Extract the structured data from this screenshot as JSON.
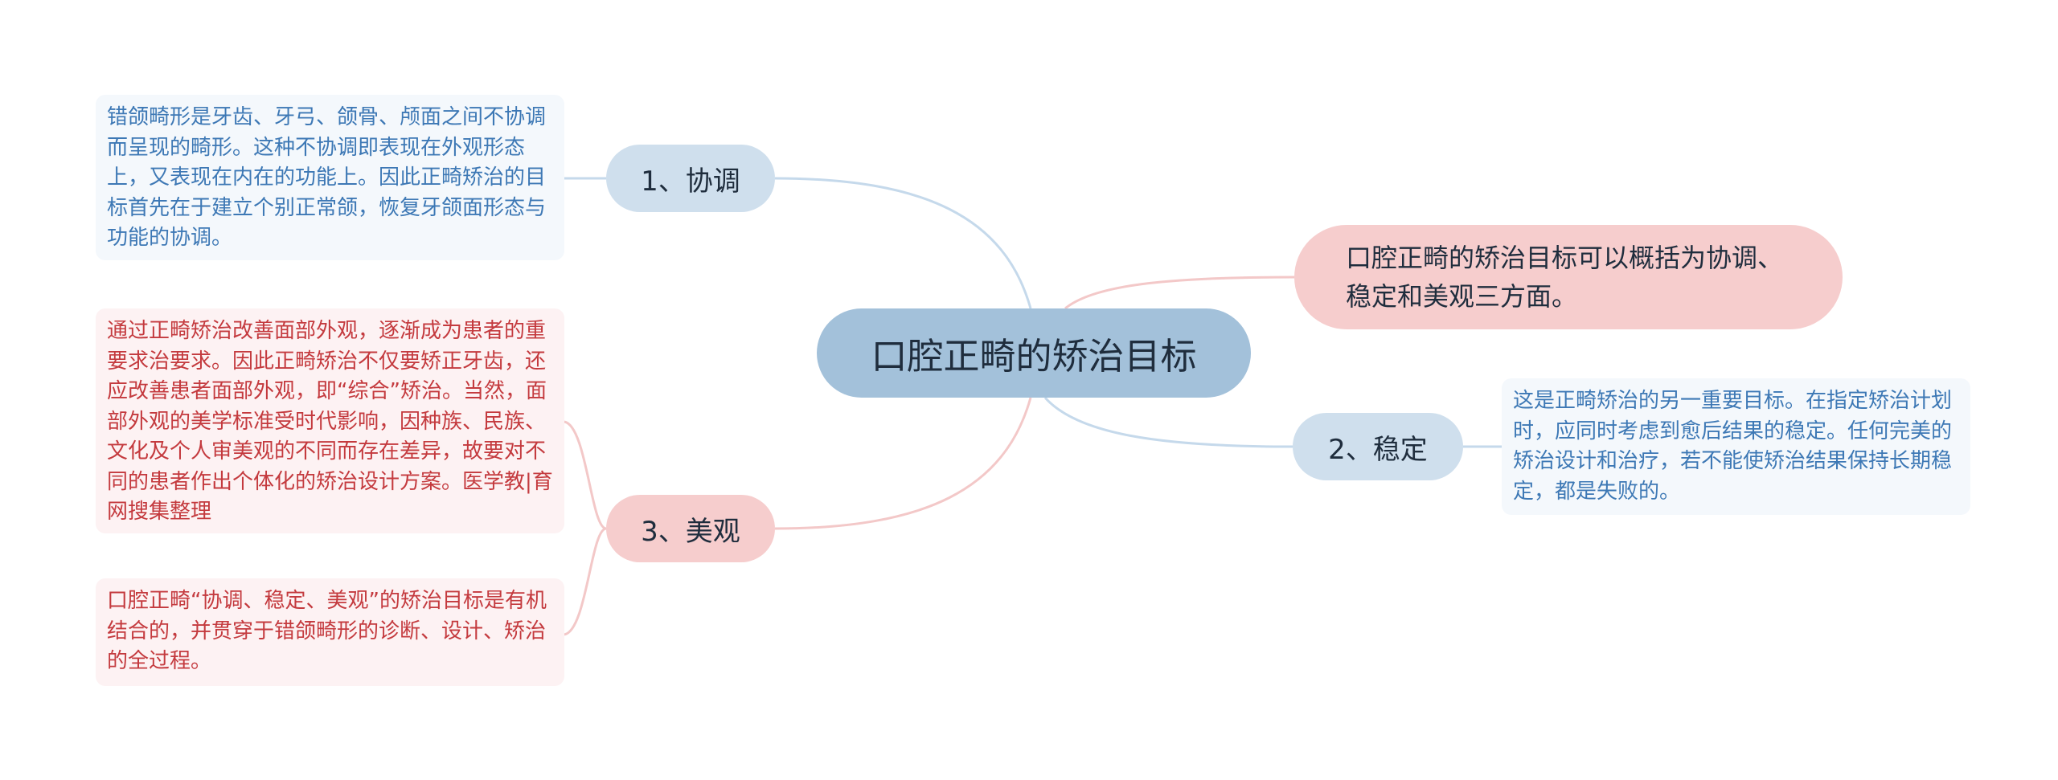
{
  "mindmap": {
    "root": {
      "text": "口腔正畸的矫治目标"
    },
    "summary": {
      "text": "口腔正畸的矫治目标可以概括为协调、稳定和美观三方面。"
    },
    "branches": [
      {
        "label": "1、协调",
        "notes": [
          "错颌畸形是牙齿、牙弓、颌骨、颅面之间不协调而呈现的畸形。这种不协调即表现在外观形态上，又表现在内在的功能上。因此正畸矫治的目标首先在于建立个别正常颌，恢复牙颌面形态与功能的协调。"
        ]
      },
      {
        "label": "2、稳定",
        "notes": [
          "这是正畸矫治的另一重要目标。在指定矫治计划时，应同时考虑到愈后结果的稳定。任何完美的矫治设计和治疗，若不能使矫治结果保持长期稳定，都是失败的。"
        ]
      },
      {
        "label": "3、美观",
        "notes": [
          "通过正畸矫治改善面部外观，逐渐成为患者的重要求治要求。因此正畸矫治不仅要矫正牙齿，还应改善患者面部外观，即“综合”矫治。当然，面部外观的美学标准受时代影响，因种族、民族、文化及个人审美观的不同而存在差异，故要对不同的患者作出个体化的矫治设计方案。医学教|育网搜集整理",
          "口腔正畸“协调、稳定、美观”的矫治目标是有机结合的，并贯穿于错颌畸形的诊断、设计、矫治的全过程。"
        ]
      }
    ],
    "colors": {
      "root_fill": "#a3c1da",
      "blue_fill": "#cfdfed",
      "pink_fill": "#f6cdcd",
      "blue_link": "#c5d9eb",
      "pink_link": "#f3c8c8",
      "blue_note_text": "#3d78b5",
      "red_note_text": "#c43a3e"
    }
  }
}
